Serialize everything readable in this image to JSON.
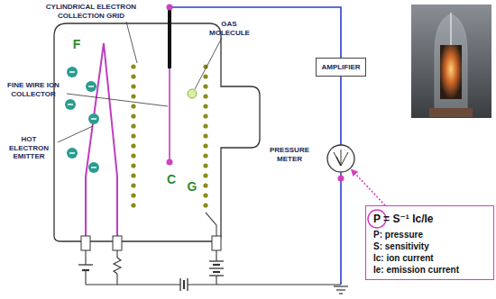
{
  "diagram": {
    "nodes": [
      {
        "text": [
          "AMPLIFIER"
        ]
      },
      {
        "text": [
          "PRESSURE METER"
        ]
      },
      {
        "text": [
          "P = S⁻¹ Ic/Ie",
          "P: pressure",
          "S: sensitivity",
          "Ic: ion current",
          "Ie: emission current"
        ]
      }
    ],
    "edges": [
      {
        "from": 0,
        "to": 1,
        "arrow": "none"
      },
      {
        "from": 2,
        "to": 1,
        "arrow": "to"
      }
    ],
    "labels": [
      "CYLINDRICAL ELECTRON COLLECTION GRID",
      "GAS MOLECULE",
      "FINE WIRE ION COLLECTOR",
      "HOT ELECTRON EMITTER",
      "F",
      "C",
      "G"
    ]
  }
}
